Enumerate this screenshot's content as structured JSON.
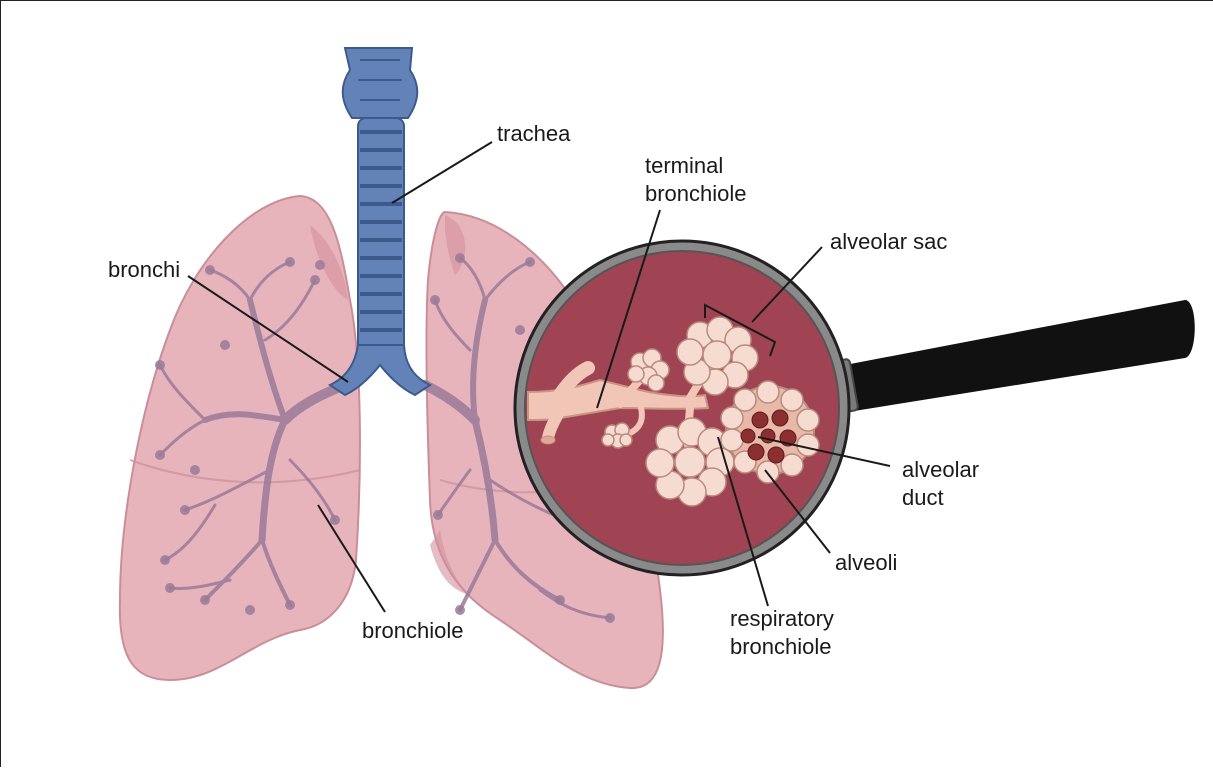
{
  "labels": {
    "trachea": "trachea",
    "terminal_bronchiole_line1": "terminal",
    "terminal_bronchiole_line2": "bronchiole",
    "bronchi": "bronchi",
    "alveolar_sac": "alveolar sac",
    "alveolar_duct_line1": "alveolar",
    "alveolar_duct_line2": "duct",
    "alveoli": "alveoli",
    "bronchiole": "bronchiole",
    "respiratory_bronchiole_line1": "respiratory",
    "respiratory_bronchiole_line2": "bronchiole"
  },
  "colors": {
    "lung_fill": "#e8b4bc",
    "lung_outline": "#c98f98",
    "airway_blue": "#5b7bb0",
    "airway_dark": "#3d5a8c",
    "bronchial_tree": "#9a7a98",
    "magnifier_bg": "#a04453",
    "magnifier_rim": "#8a8a8a",
    "handle": "#111111",
    "alveoli_light": "#f6dcd0",
    "alveoli_dark": "#8b2f30",
    "leader_line": "#1a1a1a"
  }
}
